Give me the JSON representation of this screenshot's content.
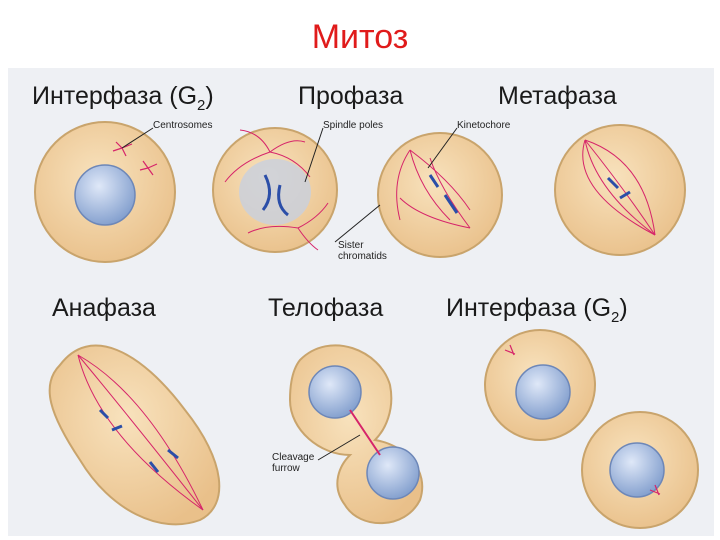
{
  "title": "Митоз",
  "stages": {
    "interphase_top": {
      "text": "Интерфаза (G",
      "sub": "2",
      "close": ")"
    },
    "prophase": "Профаза",
    "metaphase": "Метафаза",
    "anaphase": "Анафаза",
    "telophase": "Телофаза",
    "interphase_bottom": {
      "text": "Интерфаза (G",
      "sub": "2",
      "close": ")"
    }
  },
  "annotations": {
    "centrosomes": "Centrosomes",
    "spindle_poles": "Spindle poles",
    "kinetochore": "Kinetochore",
    "sister_chromatids_1": "Sister",
    "sister_chromatids_2": "chromatids",
    "cleavage_furrow_1": "Cleavage",
    "cleavage_furrow_2": "furrow"
  },
  "colors": {
    "title": "#e01b1b",
    "cell_fill": "#f2d3a4",
    "cell_stroke": "#c9a46c",
    "nucleus": "#a9c0e6",
    "spindle": "#d6246a",
    "chromosome": "#2b4ea8"
  }
}
